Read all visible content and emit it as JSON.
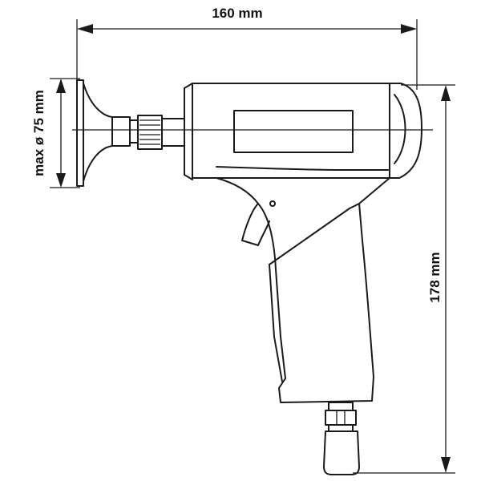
{
  "dimensions": {
    "width_label": "160 mm",
    "height_label": "178 mm",
    "diameter_label": "max ø 75 mm"
  },
  "colors": {
    "stroke": "#1a1a1a",
    "background": "#ffffff"
  }
}
